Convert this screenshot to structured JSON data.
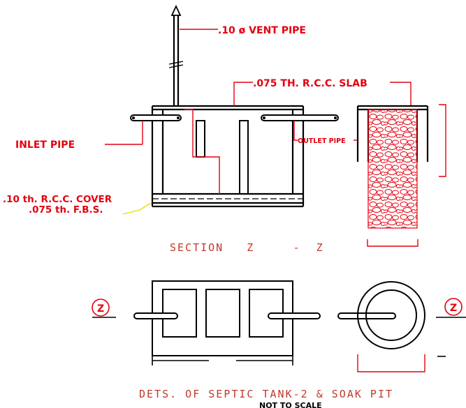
{
  "labels": {
    "vent_pipe": ".10 ø VENT PIPE",
    "slab": ".075 TH. R.C.C. SLAB",
    "inlet_pipe": "INLET PIPE",
    "outlet_pipe": "OUTLET PIPE",
    "cover": ".10 th. R.C.C. COVER",
    "fbs": ".075 th. F.B.S.",
    "section_title": "SECTION   Z     -  Z",
    "section_marker_left": "Z",
    "section_marker_right": "Z",
    "drawing_title": "DETS. OF SEPTIC TANK-2 & SOAK PIT",
    "scale_note": "NOT TO SCALE"
  },
  "colors": {
    "linework": "#000000",
    "annotation": "#e4000f",
    "title": "#c0392b"
  }
}
